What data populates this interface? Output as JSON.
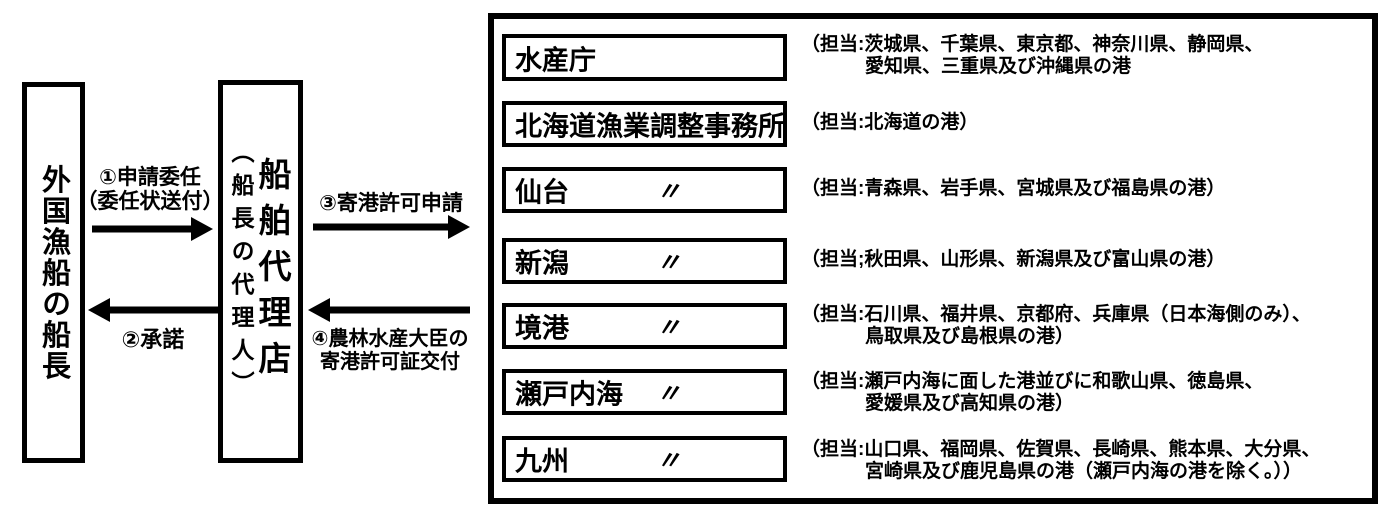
{
  "diagram": {
    "colors": {
      "ink": "#000000",
      "background": "#ffffff"
    },
    "captain_box": {
      "label": "外国漁船の船長"
    },
    "agent_box": {
      "main": "船舶代理店",
      "sub": "（船長の代理人）"
    },
    "arrows": {
      "a1": {
        "direction": "right",
        "line1": "①申請委任",
        "line2": "（委任状送付）"
      },
      "a2": {
        "direction": "left",
        "label": "②承諾"
      },
      "a3": {
        "direction": "right",
        "label": "③寄港許可申請"
      },
      "a4": {
        "direction": "left",
        "line1": "④農林水産大臣の",
        "line2": "寄港許可証交付"
      }
    },
    "offices": {
      "rows": [
        {
          "name": "水産庁",
          "ditto": "",
          "note_lines": [
            "（担当:茨城県、千葉県、東京都、神奈川県、静岡県、",
            "愛知県、三重県及び沖縄県の港"
          ]
        },
        {
          "name": "北海道漁業調整事務所",
          "ditto": "",
          "note_lines": [
            "（担当:北海道の港）"
          ]
        },
        {
          "name": "仙台",
          "ditto": "〃",
          "note_lines": [
            "（担当:青森県、岩手県、宮城県及び福島県の港）"
          ]
        },
        {
          "name": "新潟",
          "ditto": "〃",
          "note_lines": [
            "（担当;秋田県、山形県、新潟県及び富山県の港）"
          ]
        },
        {
          "name": "境港",
          "ditto": "〃",
          "note_lines": [
            "（担当:石川県、福井県、京都府、兵庫県（日本海側のみ）、",
            "鳥取県及び島根県の港）"
          ]
        },
        {
          "name": "瀬戸内海",
          "ditto": "〃",
          "note_lines": [
            "（担当:瀬戸内海に面した港並びに和歌山県、徳島県、",
            "愛媛県及び高知県の港）"
          ]
        },
        {
          "name": "九州",
          "ditto": "〃",
          "note_lines": [
            "（担当:山口県、福岡県、佐賀県、長崎県、熊本県、大分県、",
            "宮崎県及び鹿児島県の港（瀬戸内海の港を除く。））"
          ]
        }
      ]
    }
  }
}
